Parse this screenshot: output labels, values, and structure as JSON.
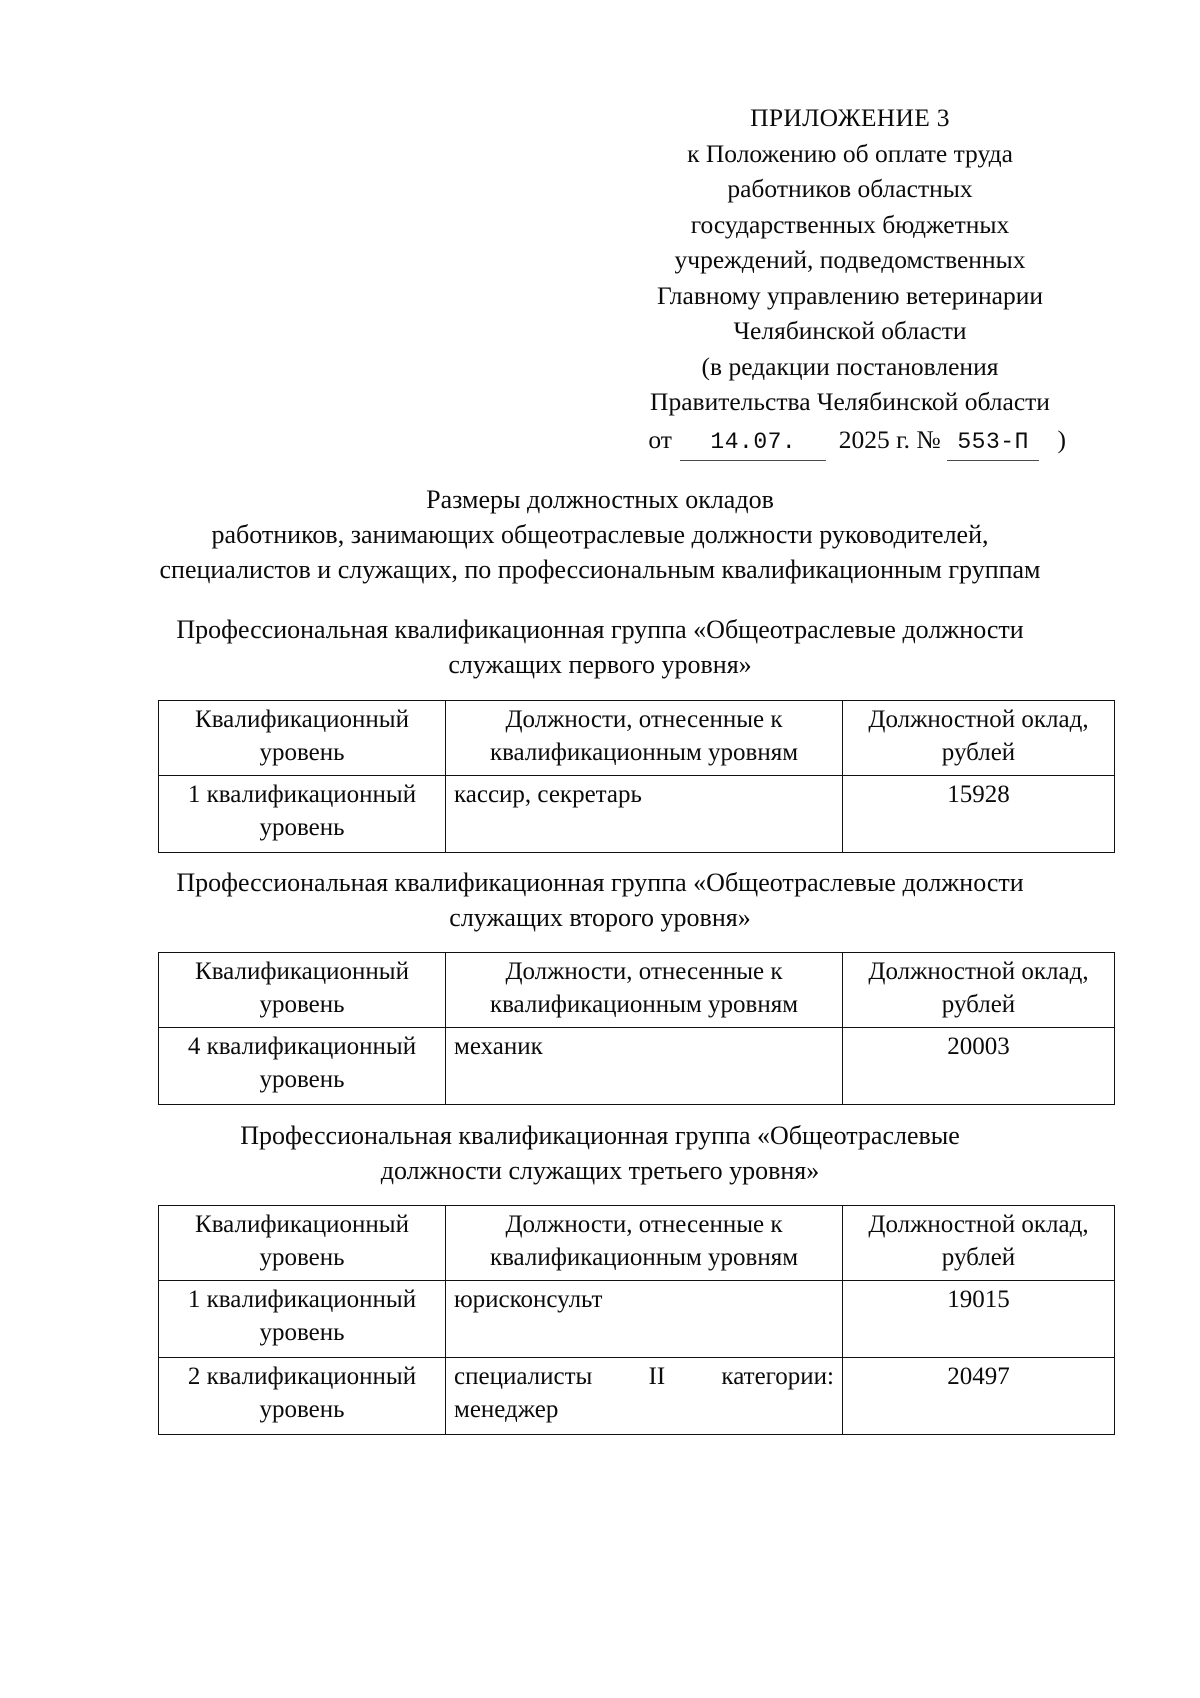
{
  "header": {
    "lines": [
      "ПРИЛОЖЕНИЕ 3",
      "к Положению об оплате труда",
      "работников областных",
      "государственных бюджетных",
      "учреждений, подведомственных",
      "Главному управлению ветеринарии",
      "Челябинской области",
      "(в редакции постановления",
      "Правительства Челябинской области"
    ],
    "date_prefix": "от",
    "date_value": "14.07.",
    "year_text": "2025 г. №",
    "doc_number": "553-П",
    "close_paren": ")"
  },
  "title": {
    "lines": [
      "Размеры должностных окладов",
      "работников, занимающих общеотраслевые должности руководителей,",
      "специалистов и служащих, по профессиональным квалификационным группам"
    ]
  },
  "columns": {
    "level": [
      "Квалификационный",
      "уровень"
    ],
    "positions": [
      "Должности, отнесенные к",
      "квалификационным уровням"
    ],
    "salary": [
      "Должностной оклад,",
      "рублей"
    ]
  },
  "sections": [
    {
      "heading": [
        "Профессиональная квалификационная группа «Общеотраслевые должности",
        "служащих первого уровня»"
      ],
      "rows": [
        {
          "level": [
            "1 квалификационный",
            "уровень"
          ],
          "position_lines": [
            {
              "text": "кассир, секретарь",
              "justify": false
            }
          ],
          "salary": "15928"
        }
      ]
    },
    {
      "heading": [
        "Профессиональная квалификационная группа «Общеотраслевые должности",
        "служащих второго уровня»"
      ],
      "rows": [
        {
          "level": [
            "4 квалификационный",
            "уровень"
          ],
          "position_lines": [
            {
              "text": "механик",
              "justify": false
            }
          ],
          "salary": "20003"
        }
      ]
    },
    {
      "heading": [
        "Профессиональная квалификационная группа «Общеотраслевые",
        "должности служащих третьего уровня»"
      ],
      "rows": [
        {
          "level": [
            "1 квалификационный",
            "уровень"
          ],
          "position_lines": [
            {
              "text": "юрисконсульт",
              "justify": false
            }
          ],
          "salary": "19015"
        },
        {
          "level": [
            "2 квалификационный",
            "уровень"
          ],
          "position_lines": [
            {
              "text": "специалисты II категории:",
              "justify": true
            },
            {
              "text": "менеджер",
              "justify": false
            }
          ],
          "salary": "20497"
        }
      ]
    }
  ]
}
